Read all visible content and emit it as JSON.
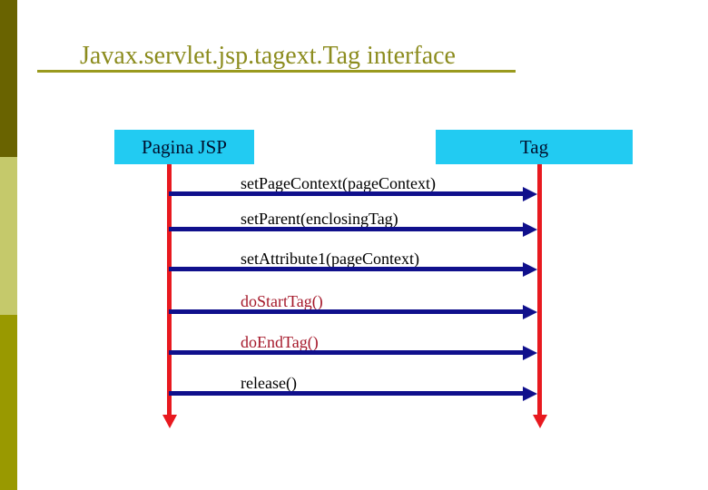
{
  "slide": {
    "title": "Javax.servlet.jsp.tagext.Tag interface"
  },
  "diagram": {
    "participants": [
      {
        "label": "Pagina JSP"
      },
      {
        "label": "Tag"
      }
    ],
    "messages": [
      {
        "label": "setPageContext(pageContext)",
        "color": "#000000"
      },
      {
        "label": "setParent(enclosingTag)",
        "color": "#000000"
      },
      {
        "label": "setAttribute1(pageContext)",
        "color": "#000000"
      },
      {
        "label": "doStartTag()",
        "color": "#a5182a"
      },
      {
        "label": "doEndTag()",
        "color": "#a5182a"
      },
      {
        "label": "release()",
        "color": "#000000"
      }
    ]
  },
  "colors": {
    "title_text": "#8c8c1e",
    "participant_box": "#22cbf2",
    "participant_text": "#00102e",
    "lifeline_red": "#e8191f",
    "message_arrow_navy": "#10108c",
    "highlight_call_red": "#a5182a",
    "sidebar_top": "#696300",
    "sidebar_middle": "#c5c96b",
    "sidebar_bottom": "#999900"
  }
}
